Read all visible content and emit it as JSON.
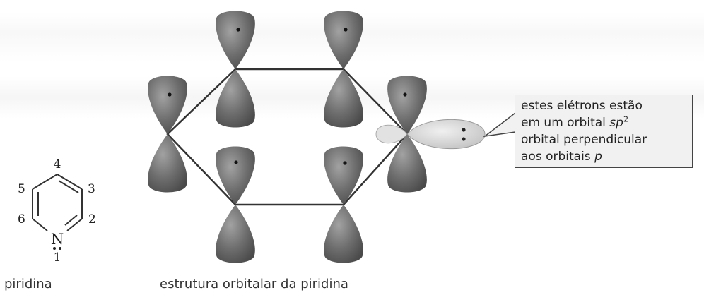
{
  "pyridine": {
    "positions": [
      "1",
      "2",
      "3",
      "4",
      "5",
      "6"
    ],
    "nitrogen": "N",
    "caption": "piridina"
  },
  "orbital_structure": {
    "caption": "estrutura orbitalar da piridina",
    "lobe_color": "#6e6e6e",
    "sp2_color": "#d8d8d8"
  },
  "callout": {
    "line1": "estes elétrons estão",
    "line2_prefix": "em um orbital ",
    "line2_italic": "sp",
    "line2_sup": "2",
    "line3": "orbital perpendicular",
    "line4_prefix": "aos orbitais ",
    "line4_italic": "p"
  }
}
